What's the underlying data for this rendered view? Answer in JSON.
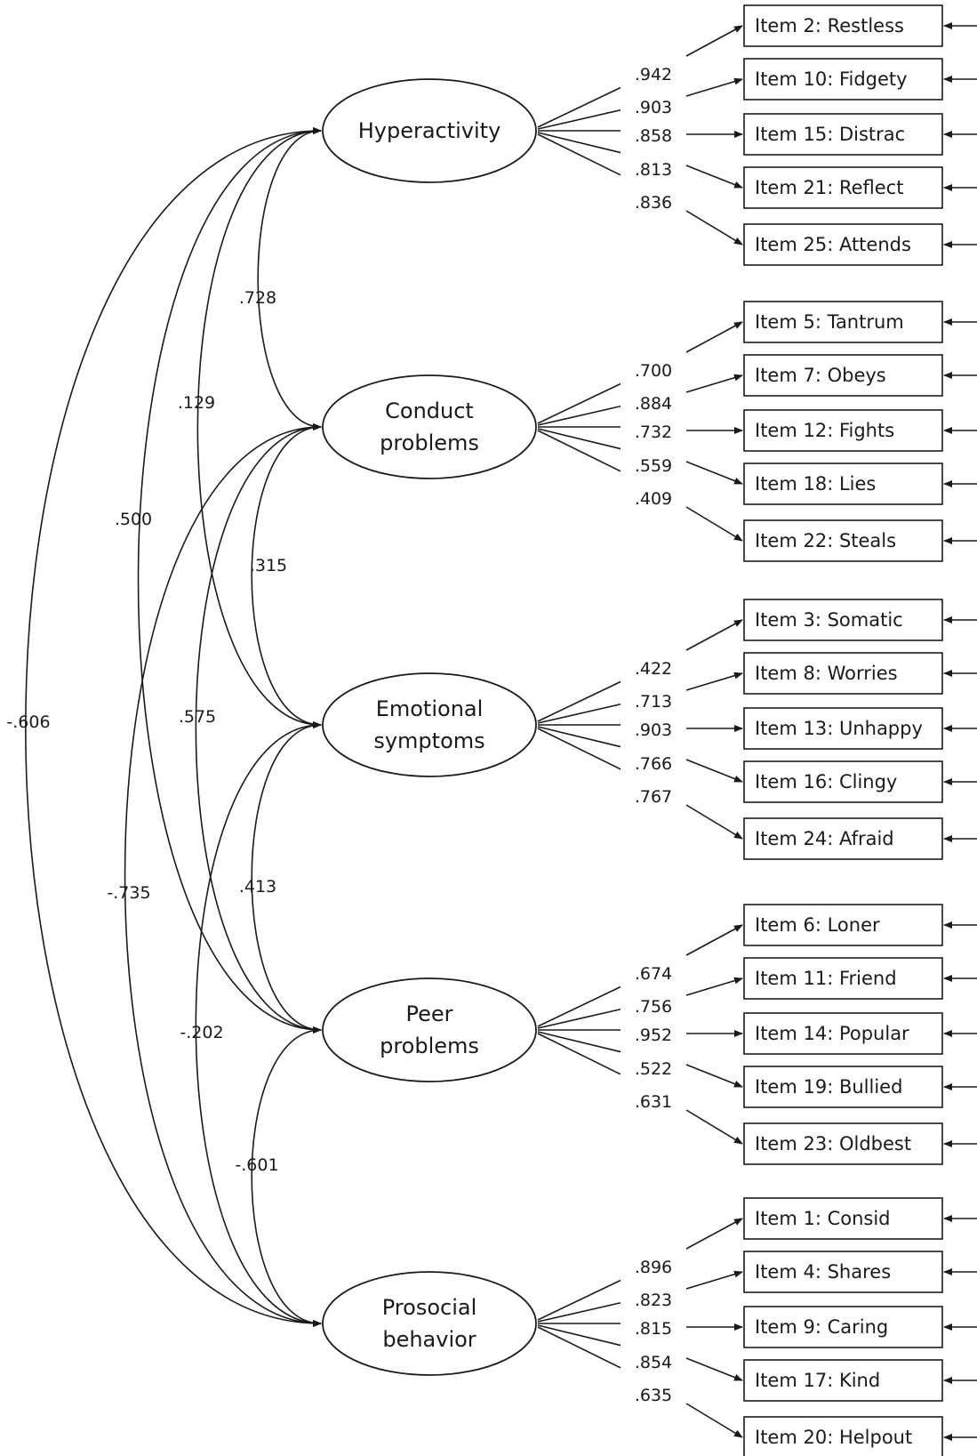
{
  "factors": [
    {
      "id": "hyper",
      "lines": [
        "Hyperactivity"
      ]
    },
    {
      "id": "conduct",
      "lines": [
        "Conduct",
        "problems"
      ]
    },
    {
      "id": "emotion",
      "lines": [
        "Emotional",
        "symptoms"
      ]
    },
    {
      "id": "peer",
      "lines": [
        "Peer",
        "problems"
      ]
    },
    {
      "id": "prosocial",
      "lines": [
        "Prosocial",
        "behavior"
      ]
    }
  ],
  "indicators": [
    {
      "factor": "hyper",
      "items": [
        {
          "label": "Item 2: Restless",
          "loading": ".942"
        },
        {
          "label": "Item 10: Fidgety",
          "loading": ".903"
        },
        {
          "label": "Item 15: Distrac",
          "loading": ".858"
        },
        {
          "label": "Item 21: Reflect",
          "loading": ".813"
        },
        {
          "label": "Item 25: Attends",
          "loading": ".836"
        }
      ]
    },
    {
      "factor": "conduct",
      "items": [
        {
          "label": "Item 5: Tantrum",
          "loading": ".700"
        },
        {
          "label": "Item 7: Obeys",
          "loading": ".884"
        },
        {
          "label": "Item 12: Fights",
          "loading": ".732"
        },
        {
          "label": "Item 18: Lies",
          "loading": ".559"
        },
        {
          "label": "Item 22: Steals",
          "loading": ".409"
        }
      ]
    },
    {
      "factor": "emotion",
      "items": [
        {
          "label": "Item 3: Somatic",
          "loading": ".422"
        },
        {
          "label": "Item 8: Worries",
          "loading": ".713"
        },
        {
          "label": "Item 13: Unhappy",
          "loading": ".903"
        },
        {
          "label": "Item 16: Clingy",
          "loading": ".766"
        },
        {
          "label": "Item 24: Afraid",
          "loading": ".767"
        }
      ]
    },
    {
      "factor": "peer",
      "items": [
        {
          "label": "Item 6: Loner",
          "loading": ".674"
        },
        {
          "label": "Item 11: Friend",
          "loading": ".756"
        },
        {
          "label": "Item 14: Popular",
          "loading": ".952"
        },
        {
          "label": "Item 19: Bullied",
          "loading": ".522"
        },
        {
          "label": "Item 23: Oldbest",
          "loading": ".631"
        }
      ]
    },
    {
      "factor": "prosocial",
      "items": [
        {
          "label": "Item 1: Consid",
          "loading": ".896"
        },
        {
          "label": "Item 4: Shares",
          "loading": ".823"
        },
        {
          "label": "Item 9: Caring",
          "loading": ".815"
        },
        {
          "label": "Item 17: Kind",
          "loading": ".854"
        },
        {
          "label": "Item 20: Helpout",
          "loading": ".635"
        }
      ]
    }
  ],
  "correlations": [
    {
      "from": "hyper",
      "to": "conduct",
      "value": ".728"
    },
    {
      "from": "hyper",
      "to": "emotion",
      "value": ".129"
    },
    {
      "from": "hyper",
      "to": "peer",
      "value": ".500"
    },
    {
      "from": "hyper",
      "to": "prosocial",
      "value": "-.606"
    },
    {
      "from": "conduct",
      "to": "emotion",
      "value": ".315"
    },
    {
      "from": "conduct",
      "to": "peer",
      "value": ".575"
    },
    {
      "from": "conduct",
      "to": "prosocial",
      "value": "-.735"
    },
    {
      "from": "emotion",
      "to": "peer",
      "value": ".413"
    },
    {
      "from": "emotion",
      "to": "prosocial",
      "value": "-.202"
    },
    {
      "from": "peer",
      "to": "prosocial",
      "value": "-.601"
    }
  ]
}
